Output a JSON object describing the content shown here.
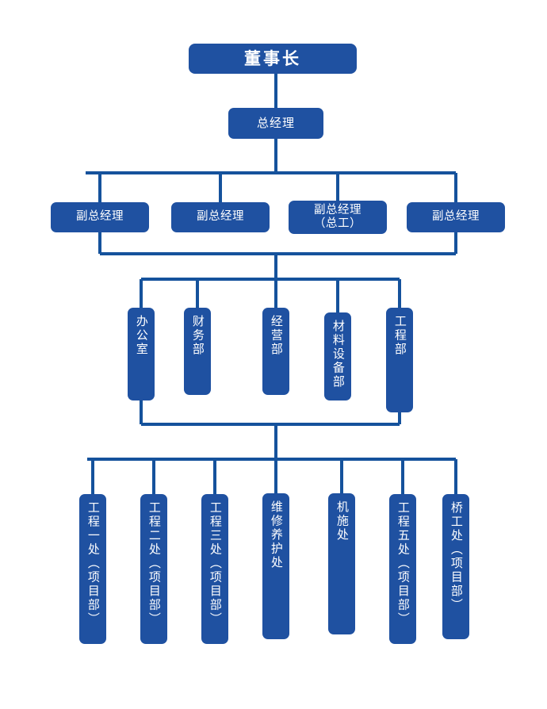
{
  "meta": {
    "title": "组织机构图",
    "orientation": "top-down",
    "box_color": "#1f51a1",
    "line_color": "#15529c",
    "text_color": "#ffffff",
    "background": "#ffffff"
  },
  "levels": [
    {
      "name": "chairman",
      "nodes": [
        {
          "id": "chairman",
          "label": "董事长",
          "text_mode": "horizontal"
        }
      ]
    },
    {
      "name": "general-manager",
      "nodes": [
        {
          "id": "general-manager",
          "label": "总经理",
          "text_mode": "horizontal"
        }
      ]
    },
    {
      "name": "deputy-general-managers",
      "nodes": [
        {
          "id": "vp-1",
          "label": "副总经理",
          "text_mode": "horizontal"
        },
        {
          "id": "vp-2",
          "label": "副总经理",
          "text_mode": "horizontal"
        },
        {
          "id": "vp-3",
          "label": "副总经理\n（总工）",
          "text_mode": "horizontal"
        },
        {
          "id": "vp-4",
          "label": "副总经理",
          "text_mode": "horizontal"
        }
      ]
    },
    {
      "name": "departments",
      "nodes": [
        {
          "id": "dept-office",
          "label": "办公室",
          "text_mode": "vertical"
        },
        {
          "id": "dept-finance",
          "label": "财务部",
          "text_mode": "vertical"
        },
        {
          "id": "dept-operations",
          "label": "经营部",
          "text_mode": "vertical"
        },
        {
          "id": "dept-materials-equipment",
          "label": "材料设备部",
          "text_mode": "vertical"
        },
        {
          "id": "dept-engineering",
          "label": "工程部",
          "text_mode": "vertical"
        }
      ]
    },
    {
      "name": "project-units",
      "nodes": [
        {
          "id": "unit-eng-1",
          "label": "工程一处（项目部）",
          "text_mode": "vertical"
        },
        {
          "id": "unit-eng-2",
          "label": "工程二处（项目部）",
          "text_mode": "vertical"
        },
        {
          "id": "unit-eng-3",
          "label": "工程三处（项目部）",
          "text_mode": "vertical"
        },
        {
          "id": "unit-maintenance",
          "label": "维修养护处",
          "text_mode": "vertical"
        },
        {
          "id": "unit-machinery",
          "label": "机施处",
          "text_mode": "vertical"
        },
        {
          "id": "unit-eng-5",
          "label": "工程五处（项目部）",
          "text_mode": "vertical"
        },
        {
          "id": "unit-bridge",
          "label": "桥工处（项目部）",
          "text_mode": "vertical"
        }
      ]
    }
  ]
}
